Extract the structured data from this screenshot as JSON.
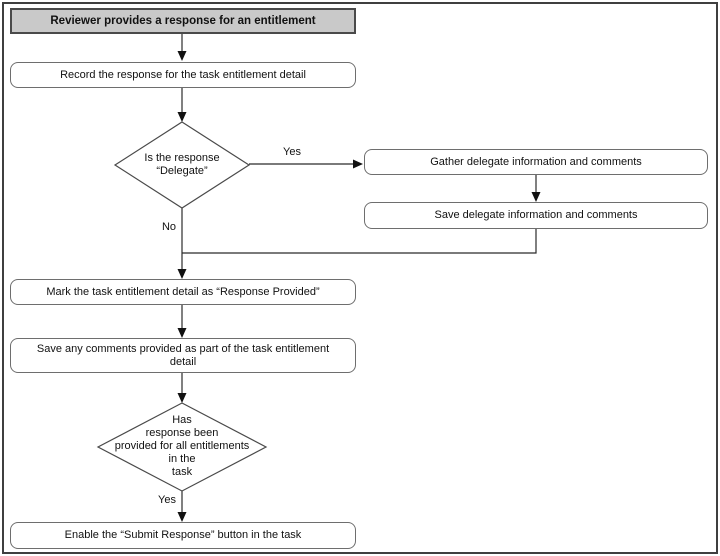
{
  "diagram": {
    "title": "Reviewer provides a response for an entitlement",
    "type": "flowchart",
    "nodes": {
      "start": {
        "label": "Reviewer provides a response for an entitlement",
        "shape": "rect-filled"
      },
      "record": {
        "label": "Record the response for the task entitlement detail",
        "shape": "rounded-rect"
      },
      "decision_delegate": {
        "label": "Is the response\n“Delegate”",
        "shape": "diamond"
      },
      "gather_delegate": {
        "label": "Gather delegate information and comments",
        "shape": "rounded-rect"
      },
      "save_delegate": {
        "label": "Save delegate information and comments",
        "shape": "rounded-rect"
      },
      "mark_detail": {
        "label": "Mark the task entitlement detail as “Response Provided”",
        "shape": "rounded-rect"
      },
      "save_comments": {
        "label": "Save any comments provided as part of the task entitlement\ndetail",
        "shape": "rounded-rect"
      },
      "decision_all": {
        "label": "Has\nresponse been\nprovided for all entitlements\nin the\ntask",
        "shape": "diamond"
      },
      "enable_submit": {
        "label": "Enable the “Submit Response” button in the task",
        "shape": "rounded-rect"
      }
    },
    "edge_labels": {
      "yes_delegate": "Yes",
      "no_delegate": "No",
      "yes_all": "Yes"
    },
    "edges": [
      "start -> record",
      "record -> decision_delegate",
      "decision_delegate -Yes-> gather_delegate",
      "gather_delegate -> save_delegate",
      "save_delegate -> mark_detail",
      "decision_delegate -No-> mark_detail",
      "mark_detail -> save_comments",
      "save_comments -> decision_all",
      "decision_all -Yes-> enable_submit"
    ],
    "colors": {
      "background": "#ffffff",
      "frame_border": "#3f3f3f",
      "start_fill": "#c9c9c9",
      "start_border": "#4a4a4a",
      "node_border": "#6e6e6e",
      "line": "#2b2b2b",
      "text": "#111111"
    }
  }
}
